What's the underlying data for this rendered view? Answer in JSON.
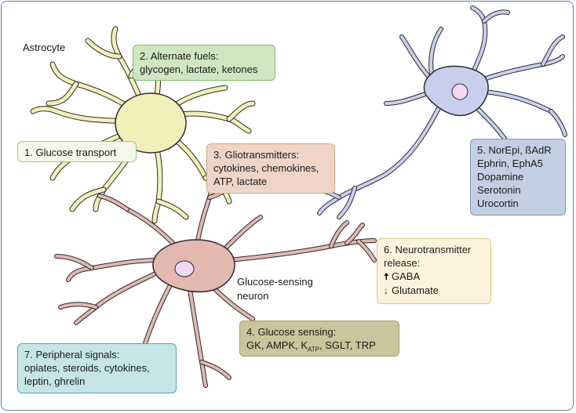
{
  "colors": {
    "astrocyte_fill": "#f2f0b8",
    "neuron_fill": "#e2b8b0",
    "neuron2_fill": "#c8cfee",
    "nucleus_fill": "#f2d8f2",
    "stroke": "#2b2b2b",
    "frame": "#6b7fa8"
  },
  "labels": {
    "astrocyte": "Astrocyte",
    "neuron_line1": "Glucose-sensing",
    "neuron_line2": "neuron"
  },
  "boxes": {
    "b1": {
      "lines": [
        "1. Glucose transport"
      ],
      "fill": "#f4f8e8",
      "border": "#9ccc80"
    },
    "b2": {
      "lines": [
        "2. Alternate fuels:",
        "glycogen, lactate, ketones"
      ],
      "fill": "#cfe6c2",
      "border": "#7bbf6c"
    },
    "b3": {
      "lines": [
        "3. Gliotransmitters:",
        "cytokines, chemokines,",
        "ATP, lactate"
      ],
      "fill": "#eed5c8",
      "border": "#d6a67e"
    },
    "b4": {
      "line1": "4. Glucose sensing:",
      "line2_pre": "GK, AMPK, K",
      "line2_sub": "ATP",
      "line2_post": ", SGLT, TRP",
      "fill": "#cbc49c",
      "border": "#a79c68"
    },
    "b5": {
      "lines": [
        "5. NorEpi, ßAdR",
        "Ephrin, EphA5",
        "Dopamine",
        "Serotonin",
        "Urocortin"
      ],
      "fill": "#c3cfe3",
      "border": "#7f97bd"
    },
    "b6": {
      "line1": "6. Neurotransmitter",
      "line2": "release:",
      "up_arrow": "🠅",
      "up_label": "GABA",
      "down_arrow": "↓",
      "down_label": "Glutamate",
      "fill": "#fdf3dc",
      "border": "#e5c17a"
    },
    "b7": {
      "lines": [
        "7. Peripheral signals:",
        "opiates, steroids, cytokines,",
        "leptin, ghrelin"
      ],
      "fill": "#c5e5e7",
      "border": "#5aa6ad"
    }
  }
}
